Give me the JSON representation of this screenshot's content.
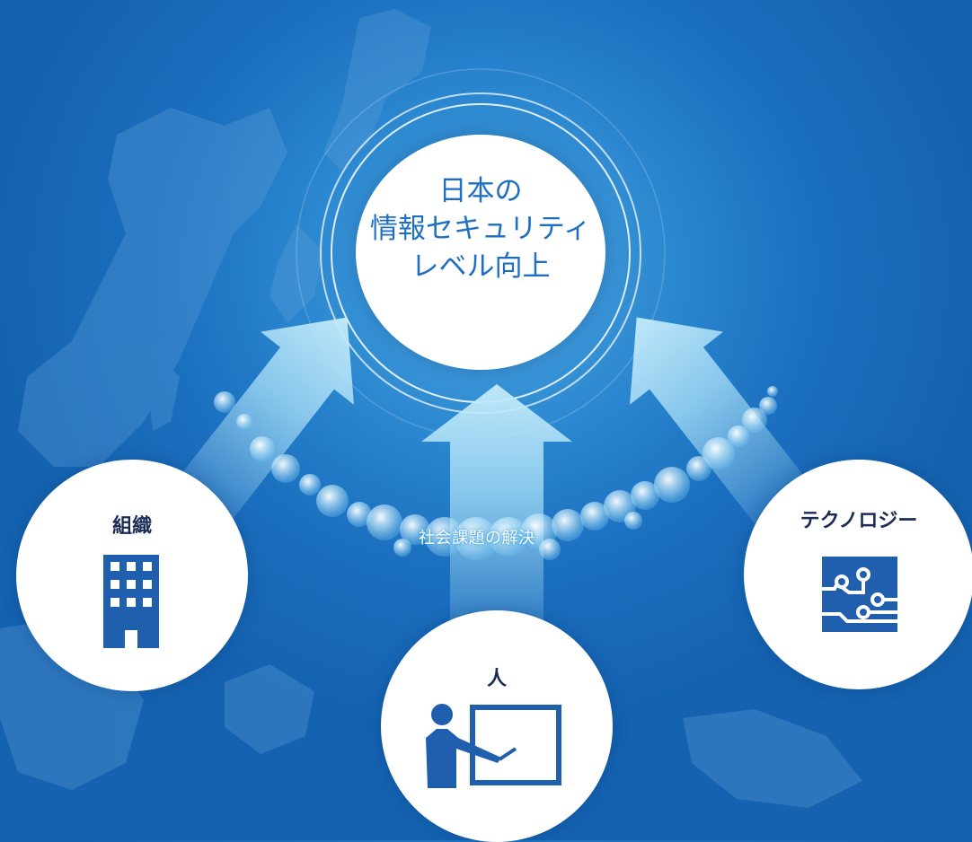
{
  "goal": {
    "title": "日本の\n情報セキュリティ\nレベル向上"
  },
  "pillars": {
    "organization": {
      "label": "組織",
      "icon": "building-icon"
    },
    "people": {
      "label": "人",
      "icon": "teacher-icon"
    },
    "technology": {
      "label": "テクノロジー",
      "icon": "circuit-icon"
    }
  },
  "bridge": {
    "label": "社会課題の解決"
  },
  "colors": {
    "background": "#1b6fbf",
    "accent_blue": "#1e6fc4",
    "label_dark": "#1a2c55",
    "arrow": "#a9dff7"
  }
}
